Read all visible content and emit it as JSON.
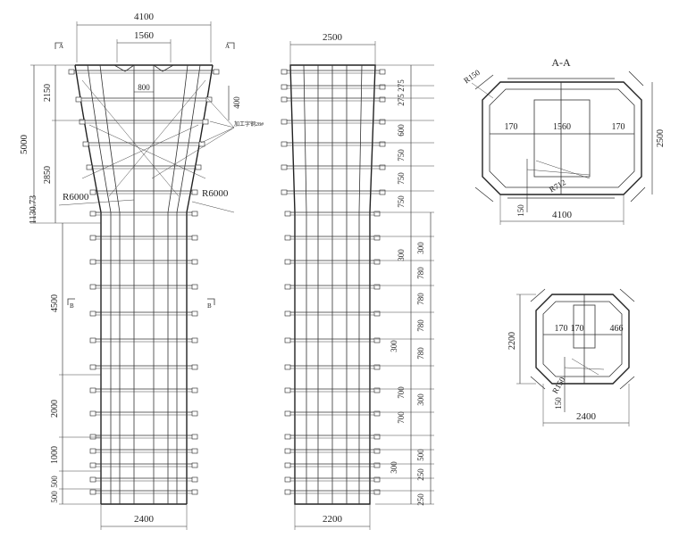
{
  "elevation1": {
    "top_width": "4100",
    "top_inner": "1560",
    "bottom_width": "2400",
    "total_height": "5000",
    "flare_height_upper": "2150",
    "flare_height_lower": "2850",
    "transition": "1130.73",
    "h1": "4500",
    "h2": "2000",
    "h3": "1000",
    "h4": "500",
    "h5": "500",
    "dim_800": "800",
    "dim_400": "400",
    "radius_left": "R6000",
    "radius_right": "R6000",
    "note": "加工字钢28#",
    "section_a": "A",
    "section_b": "B"
  },
  "elevation2": {
    "top_width": "2500",
    "bottom_width": "2200",
    "right_dims": [
      "275",
      "275",
      "600",
      "750",
      "750",
      "750",
      "300",
      "300",
      "780",
      "780",
      "780",
      "300",
      "780",
      "700",
      "300",
      "700",
      "500",
      "300",
      "250",
      "250"
    ]
  },
  "section_aa": {
    "title": "A-A",
    "radius": "R150",
    "inner_radius": "R712",
    "left": "170",
    "mid": "1560",
    "right": "170",
    "height": "2500",
    "width": "4100",
    "offset": "150"
  },
  "section_bb": {
    "left": "170",
    "mid": "170",
    "right": "466",
    "height": "2200",
    "width": "2400",
    "offset": "150",
    "inner_radius": "R150"
  }
}
